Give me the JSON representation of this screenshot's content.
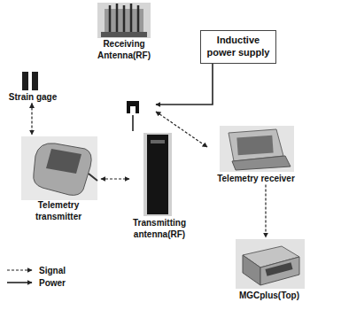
{
  "diagram": {
    "nodes": [
      {
        "text": [
          "Strain gage"
        ]
      },
      {
        "text": [
          "Receiving Antenna(RF)"
        ]
      },
      {
        "text": [
          "Inductive power supply"
        ]
      },
      {
        "text": [
          "Telemetry receiver"
        ]
      },
      {
        "text": [
          "Telemetry transmitter"
        ]
      },
      {
        "text": [
          "Transmitting antenna(RF)"
        ]
      },
      {
        "text": [
          "MGCplus(Top)"
        ]
      }
    ],
    "edges": [
      {
        "from": 0,
        "to": 4,
        "arrow": "both"
      },
      {
        "from": 4,
        "to": 5,
        "arrow": "both"
      },
      {
        "from": 5,
        "to": 1,
        "arrow": "none"
      },
      {
        "from": 2,
        "to": 1,
        "arrow": "to"
      },
      {
        "from": 1,
        "to": 3,
        "arrow": "both"
      },
      {
        "from": 3,
        "to": 6,
        "arrow": "to"
      }
    ],
    "legend": [
      {
        "text": "Signal"
      },
      {
        "text": "Power"
      }
    ]
  }
}
